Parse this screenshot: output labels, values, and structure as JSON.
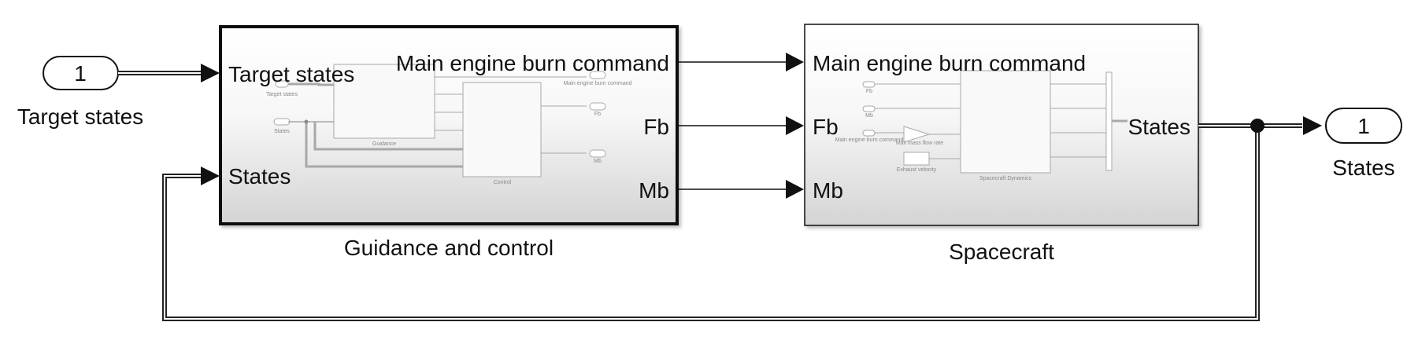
{
  "inports": {
    "target_states": {
      "number": "1",
      "label": "Target states"
    }
  },
  "outports": {
    "states": {
      "number": "1",
      "label": "States"
    }
  },
  "guidance_block": {
    "title": "Guidance and control",
    "inputs": [
      "Target states",
      "States"
    ],
    "outputs": [
      "Main engine burn command",
      "Fb",
      "Mb"
    ],
    "preview": {
      "target_states": "Target states",
      "states": "States",
      "guidance": "Guidance",
      "control": "Control",
      "main_engine": "Main engine burn command",
      "fb": "Fb",
      "mb": "Mb"
    }
  },
  "spacecraft_block": {
    "title": "Spacecraft",
    "inputs": [
      "Main engine burn command",
      "Fb",
      "Mb"
    ],
    "outputs": [
      "States"
    ],
    "preview": {
      "fb": "Fb",
      "mb": "Mb",
      "main_engine": "Main engine burn command",
      "max_flow": "Max mass flow rate",
      "exhaust": "Exhaust velocity",
      "dynamics": "Spacecraft Dynamics"
    }
  },
  "colors": {
    "line": "#1a1a1a",
    "block_border": "#111111",
    "block_fill_top": "#ffffff",
    "block_fill_bottom": "#d6d6d6"
  }
}
